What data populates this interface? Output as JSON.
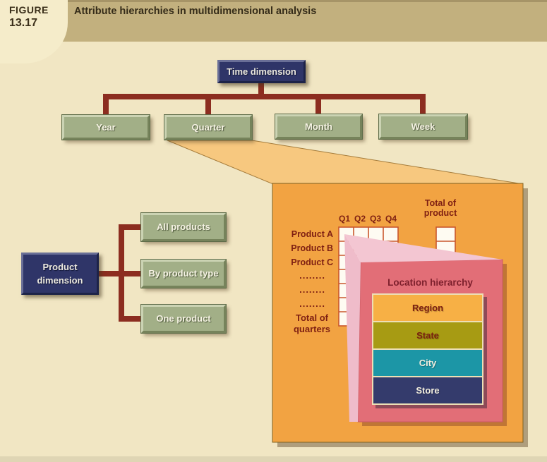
{
  "figure": {
    "label": "FIGURE",
    "number": "13.17",
    "title": "Attribute hierarchies in multidimensional analysis"
  },
  "time_dimension": {
    "root": "Time dimension",
    "levels": [
      "Year",
      "Quarter",
      "Month",
      "Week"
    ]
  },
  "product_dimension": {
    "root_line1": "Product",
    "root_line2": "dimension",
    "levels": [
      "All products",
      "By product type",
      "One product"
    ]
  },
  "detail_panel": {
    "quarter_columns": [
      "Q1",
      "Q2",
      "Q3",
      "Q4"
    ],
    "product_rows": [
      "Product A",
      "Product B",
      "Product C"
    ],
    "ellipsis_row": "........",
    "totals": {
      "quarters_line1": "Total of",
      "quarters_line2": "quarters",
      "product_line1": "Total of",
      "product_line2": "product"
    },
    "location_hierarchy": {
      "title": "Location hierarchy",
      "levels": [
        {
          "label": "Region",
          "color": "#F7B045",
          "text_color": "#7C2010"
        },
        {
          "label": "State",
          "color": "#A79B13",
          "text_color": "#7C2010"
        },
        {
          "label": "City",
          "color": "#1C96A6",
          "text_color": "#F2EEDF"
        },
        {
          "label": "Store",
          "color": "#343B6C",
          "text_color": "#F2EEDF"
        }
      ]
    }
  },
  "colors": {
    "background": "#F1E6C3",
    "header_band": "#C2B07E",
    "figure_tab": "#F5ECCA",
    "dimension_box": "#2F3568",
    "level_box": "#A2AF87",
    "connector": "#8C2D20",
    "callout_funnel": "#F7C87F",
    "panel": "#F2A342",
    "grid_line": "#C9582D",
    "wedge_front": "#E26E77",
    "wedge_top": "#F3C6D2",
    "panel_text": "#801F12"
  }
}
